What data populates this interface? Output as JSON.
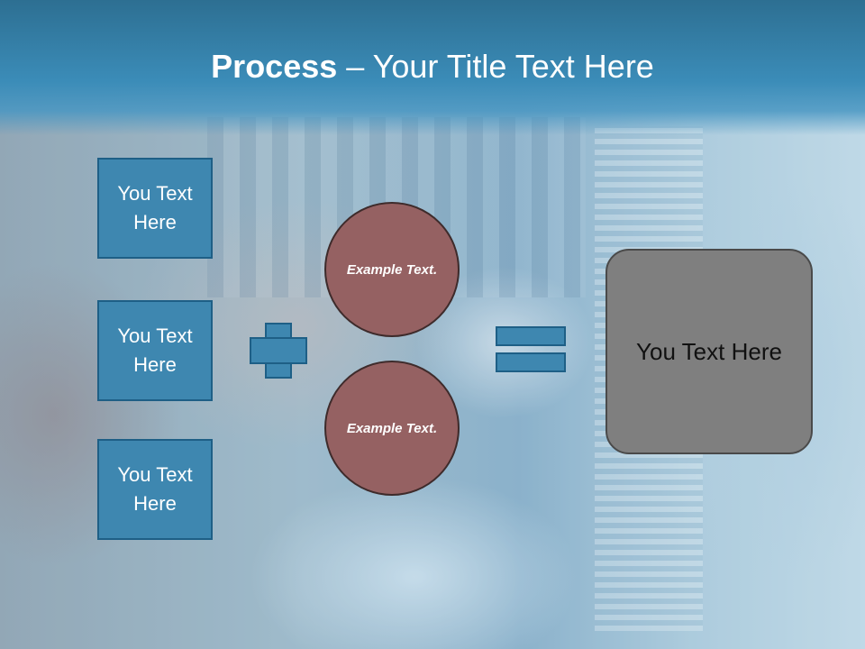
{
  "slide": {
    "title_bold": "Process",
    "title_rest": " – Your Title Text Here"
  },
  "left_boxes": [
    {
      "text": "You Text Here"
    },
    {
      "text": "You Text Here"
    },
    {
      "text": "You Text Here"
    }
  ],
  "circles": [
    {
      "text": "Example Text."
    },
    {
      "text": "Example Text."
    }
  ],
  "result": {
    "text": "You Text Here"
  },
  "colors": {
    "title_bar": "#3b8cb8",
    "box_fill": "#3e87b0",
    "circle_fill": "#956162",
    "result_fill": "#7f7f7f"
  },
  "icons": {
    "plus": "plus-icon",
    "equals": "equals-icon"
  }
}
